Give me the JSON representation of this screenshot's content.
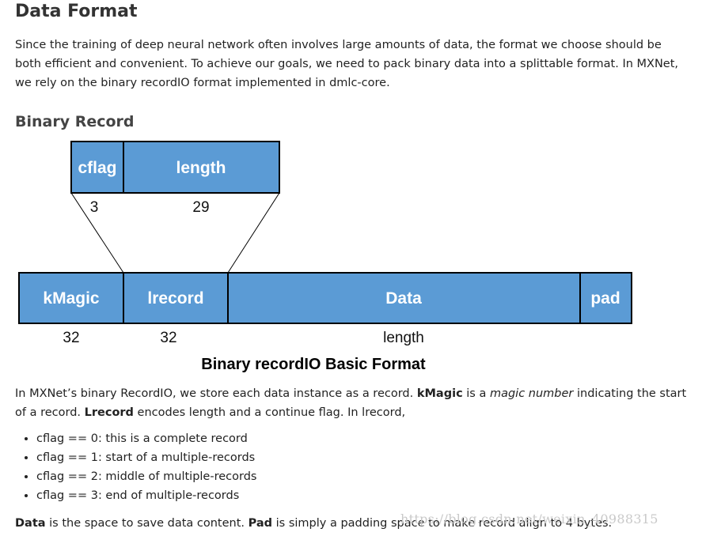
{
  "section_title": "Data Format",
  "intro": "Since the training of deep neural network often involves large amounts of data, the format we choose should be both efficient and convenient. To achieve our goals, we need to pack binary data into a splittable format. In MXNet, we rely on the binary recordIO format implemented in dmlc-core.",
  "subsection_title": "Binary Record",
  "diagram": {
    "top_row": {
      "cells": [
        {
          "label": "cflag",
          "bits": "3"
        },
        {
          "label": "length",
          "bits": "29"
        }
      ]
    },
    "bottom_row": {
      "cells": [
        {
          "label": "kMagic",
          "bits": "32"
        },
        {
          "label": "lrecord",
          "bits": "32"
        },
        {
          "label": "Data",
          "bits": "length"
        },
        {
          "label": "pad",
          "bits": ""
        }
      ]
    },
    "caption": "Binary recordIO Basic Format",
    "colors": {
      "fill": "#5b9bd5",
      "stroke": "#000000",
      "text": "#ffffff"
    }
  },
  "description": {
    "p1": "In MXNet’s binary RecordIO, we store each data instance as a record. ",
    "kmagic": "kMagic",
    "p2": " is a ",
    "magic_number": "magic number",
    "p3": " indicating the start of a record. ",
    "lrecord": "Lrecord",
    "p4": " encodes length and a continue flag. In lrecord,"
  },
  "bullets": [
    "cflag == 0: this is a complete record",
    "cflag == 1: start of a multiple-records",
    "cflag == 2: middle of multiple-records",
    "cflag == 3: end of multiple-records"
  ],
  "footer": {
    "data": "Data",
    "t1": " is the space to save data content. ",
    "pad": "Pad",
    "t2": " is simply a padding space to make record align to 4 bytes."
  },
  "watermark": "https://blog.csdn.net/weixin_40988315"
}
